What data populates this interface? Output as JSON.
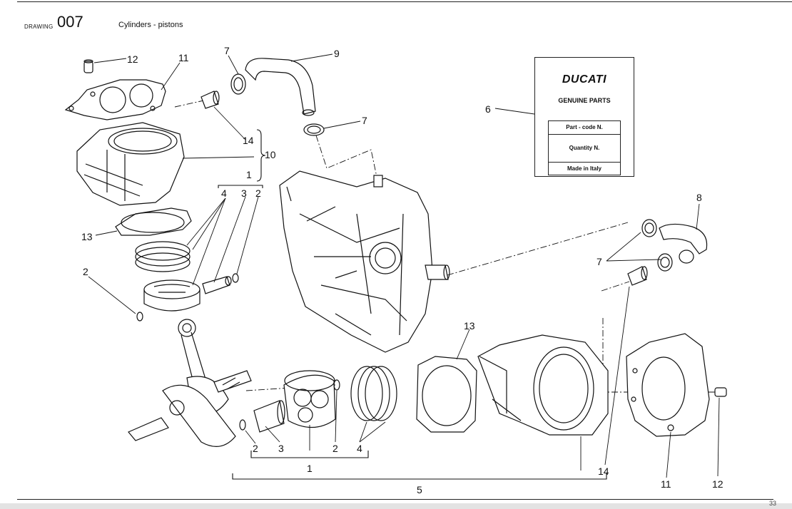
{
  "header": {
    "drawing_label": "DRAWING",
    "drawing_number": "007",
    "title": "Cylinders - pistons"
  },
  "label_card": {
    "brand": "DUCATI",
    "subtitle": "GENUINE PARTS",
    "rows": [
      "Part - code N.",
      "Quantity N.",
      "Made in Italy"
    ]
  },
  "callouts": {
    "n1": "1",
    "n2": "2",
    "n3": "3",
    "n4": "4",
    "n5": "5",
    "n6": "6",
    "n7": "7",
    "n8": "8",
    "n9": "9",
    "n10": "10",
    "n11": "11",
    "n12": "12",
    "n13": "13",
    "n14": "14"
  },
  "page_number": "33"
}
